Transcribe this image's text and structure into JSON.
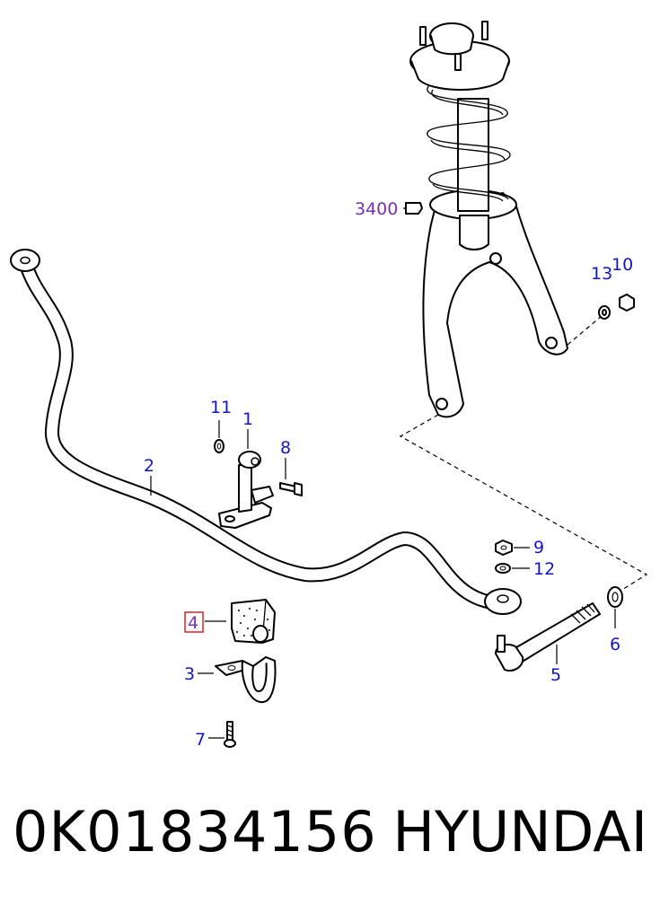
{
  "diagram": {
    "labels": {
      "strut": "3400",
      "link_bracket": "1",
      "stabilizer_bar": "2",
      "clamp": "3",
      "bushing": "4",
      "link_bolt": "5",
      "washer": "6",
      "bolt_7": "7",
      "bolt_8": "8",
      "nut_9": "9",
      "nut_10": "10",
      "washer_11": "11",
      "washer_12": "12",
      "washer_13": "13"
    },
    "colors": {
      "label_blue": "#1515c8",
      "label_purple": "#7a2fb5",
      "highlight_box": "#e02020"
    }
  },
  "footer": {
    "part_number": "0K01834156",
    "brand": "HYUNDAI"
  }
}
